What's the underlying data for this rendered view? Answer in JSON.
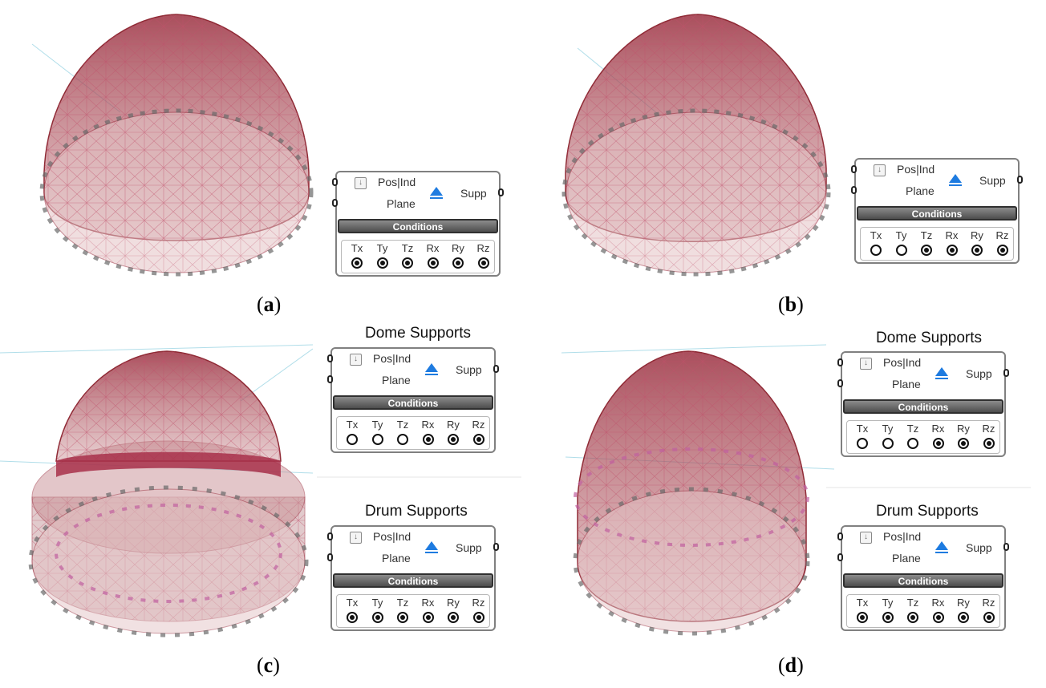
{
  "panels": [
    {
      "label_open": "(",
      "label_letter": "a",
      "label_close": ")"
    },
    {
      "label_open": "(",
      "label_letter": "b",
      "label_close": ")"
    },
    {
      "label_open": "(",
      "label_letter": "c",
      "label_close": ")"
    },
    {
      "label_open": "(",
      "label_letter": "d",
      "label_close": ")"
    }
  ],
  "headings": {
    "dome": "Dome Supports",
    "drum": "Drum Supports"
  },
  "component": {
    "input1": "Pos|Ind",
    "input2": "Plane",
    "output": "Supp",
    "bar": "Conditions",
    "dofs": [
      "Tx",
      "Ty",
      "Tz",
      "Rx",
      "Ry",
      "Rz"
    ]
  },
  "conditions": {
    "a": [
      true,
      true,
      true,
      true,
      true,
      true
    ],
    "b": [
      false,
      false,
      true,
      true,
      true,
      true
    ],
    "c_dome": [
      false,
      false,
      false,
      true,
      true,
      true
    ],
    "c_drum": [
      true,
      true,
      true,
      true,
      true,
      true
    ],
    "d_dome": [
      false,
      false,
      false,
      true,
      true,
      true
    ],
    "d_drum": [
      true,
      true,
      true,
      true,
      true,
      true
    ]
  },
  "colors": {
    "dome_fill": "#c98f94",
    "dome_edge": "#8f2a35",
    "mesh": "#c0506a",
    "support": "#6a6a6a",
    "ring": "#a8304a"
  }
}
